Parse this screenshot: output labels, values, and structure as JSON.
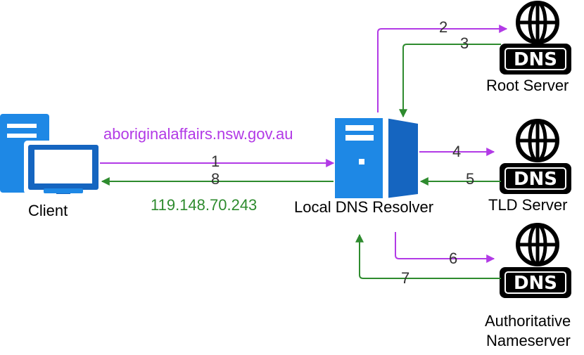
{
  "nodes": {
    "client": "Client",
    "resolver": "Local DNS Resolver",
    "root": "Root Server",
    "tld": "TLD Server",
    "auth_line1": "Authoritative",
    "auth_line2": "Nameserver"
  },
  "dns_badge": "DNS",
  "query_domain": "aboriginalaffairs.nsw.gov.au",
  "answer_ip": "119.148.70.243",
  "steps": [
    "1",
    "2",
    "3",
    "4",
    "5",
    "6",
    "7",
    "8"
  ],
  "colors": {
    "query": "#b23ae6",
    "response": "#2e8b2e",
    "icon_blue": "#1565c0",
    "icon_blue_light": "#1e88e5",
    "server_icon": "#000000"
  }
}
